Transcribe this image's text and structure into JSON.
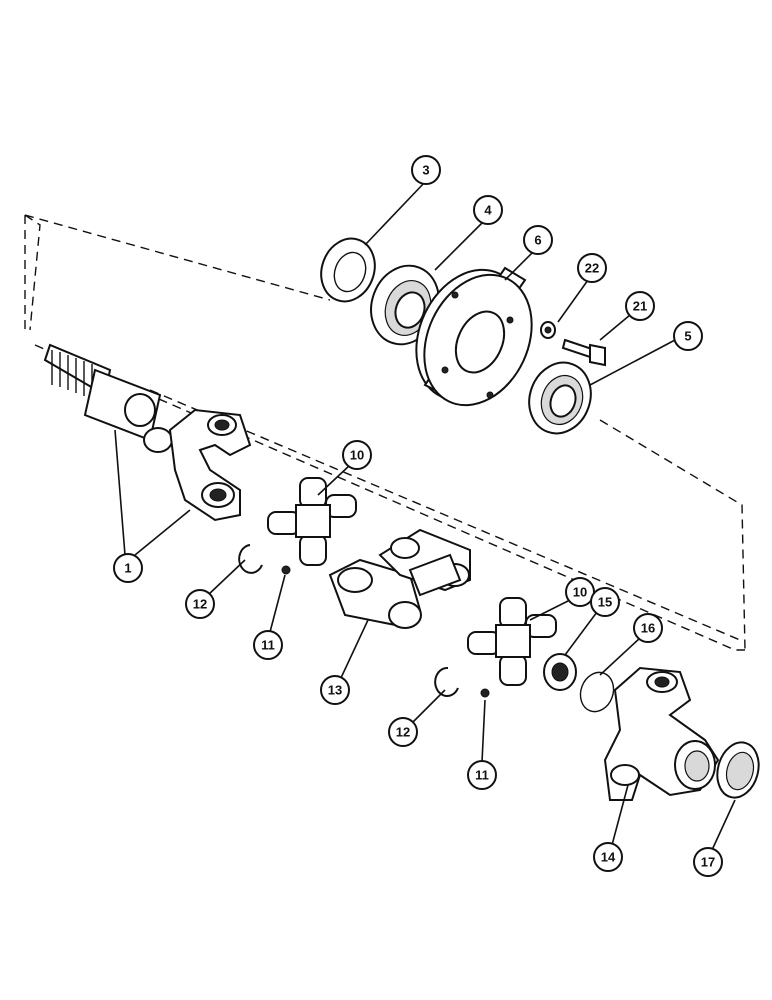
{
  "callouts": [
    {
      "id": "c1",
      "label": "1"
    },
    {
      "id": "c3",
      "label": "3"
    },
    {
      "id": "c4",
      "label": "4"
    },
    {
      "id": "c5",
      "label": "5"
    },
    {
      "id": "c6",
      "label": "6"
    },
    {
      "id": "c10a",
      "label": "10"
    },
    {
      "id": "c10b",
      "label": "10"
    },
    {
      "id": "c11a",
      "label": "11"
    },
    {
      "id": "c11b",
      "label": "11"
    },
    {
      "id": "c12a",
      "label": "12"
    },
    {
      "id": "c12b",
      "label": "12"
    },
    {
      "id": "c13",
      "label": "13"
    },
    {
      "id": "c14",
      "label": "14"
    },
    {
      "id": "c15",
      "label": "15"
    },
    {
      "id": "c16",
      "label": "16"
    },
    {
      "id": "c17",
      "label": "17"
    },
    {
      "id": "c21",
      "label": "21"
    },
    {
      "id": "c22",
      "label": "22"
    }
  ]
}
